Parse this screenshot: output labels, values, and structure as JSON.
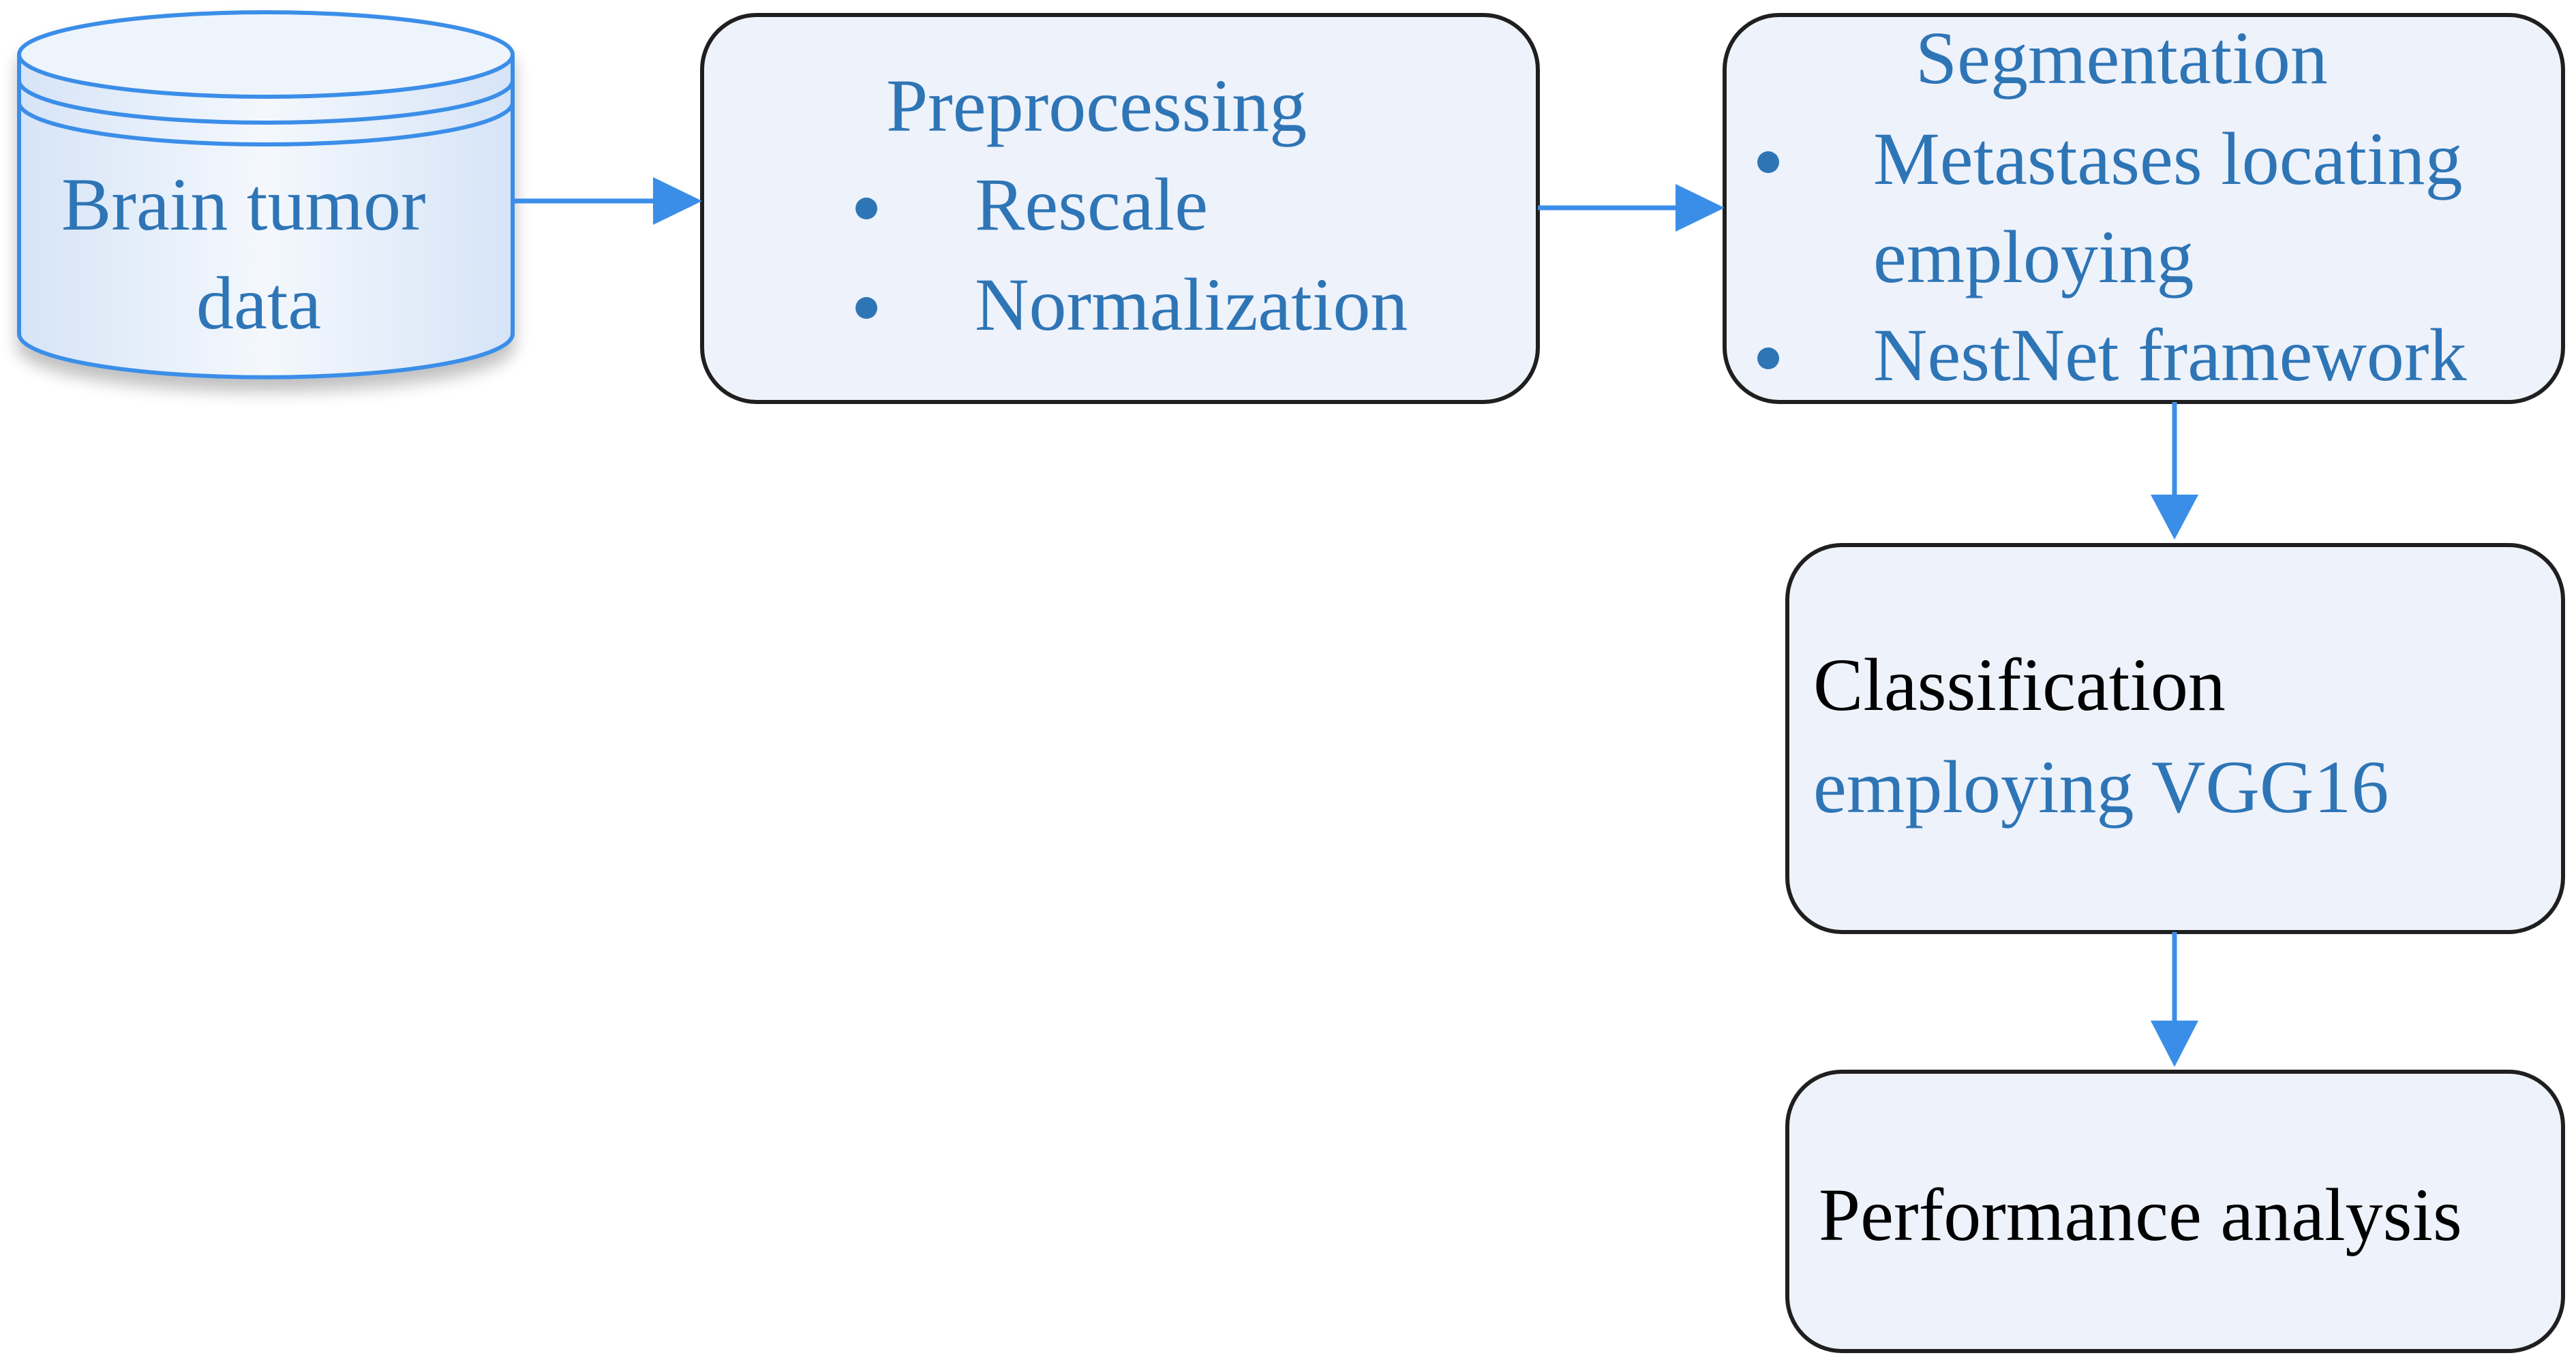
{
  "nodes": {
    "data_source": {
      "lines": [
        "Brain tumor",
        "data"
      ]
    },
    "preprocessing": {
      "title": "Preprocessing",
      "items": [
        "Rescale",
        "Normalization"
      ]
    },
    "segmentation": {
      "title": "Segmentation",
      "items": [
        "Metastases locating",
        "employing",
        "NestNet framework"
      ]
    },
    "classification": {
      "line1": "Classification",
      "line2": "employing VGG16"
    },
    "performance": {
      "title": "Performance analysis"
    }
  },
  "edges": [
    {
      "from": "data_source",
      "to": "preprocessing"
    },
    {
      "from": "preprocessing",
      "to": "segmentation"
    },
    {
      "from": "segmentation",
      "to": "classification"
    },
    {
      "from": "classification",
      "to": "performance"
    }
  ],
  "colors": {
    "text_blue": "#2e75b6",
    "arrow": "#3b8ee8",
    "box_fill": "#eef2fb",
    "box_stroke": "#1f1f1f",
    "cyl_stroke": "#3b8ee8"
  }
}
